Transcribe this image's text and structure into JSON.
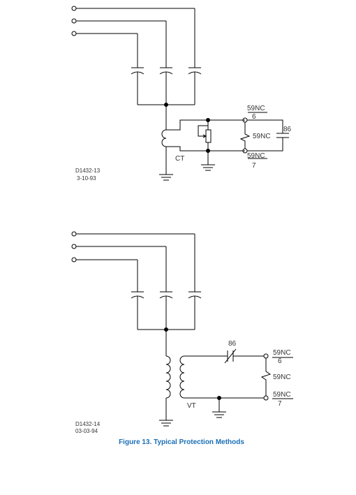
{
  "figure": {
    "caption": "Figure 13. Typical Protection Methods",
    "accent_color": "#1a6fb5"
  },
  "diagram1": {
    "drawing_no": "D1432-13",
    "date": "3-10-93",
    "ct_label": "CT",
    "relay_86_label": "86",
    "relay_59_top": "59NC",
    "relay_59_top_num": "6",
    "relay_59_mid": "59NC",
    "relay_59_bottom": "59NC",
    "relay_59_bottom_num": "7"
  },
  "diagram2": {
    "drawing_no": "D1432-14",
    "date": "03-03-94",
    "vt_label": "VT",
    "relay_86_label": "86",
    "relay_59_top": "59NC",
    "relay_59_top_num": "6",
    "relay_59_mid": "59NC",
    "relay_59_bottom": "59NC",
    "relay_59_bottom_num": "7"
  }
}
